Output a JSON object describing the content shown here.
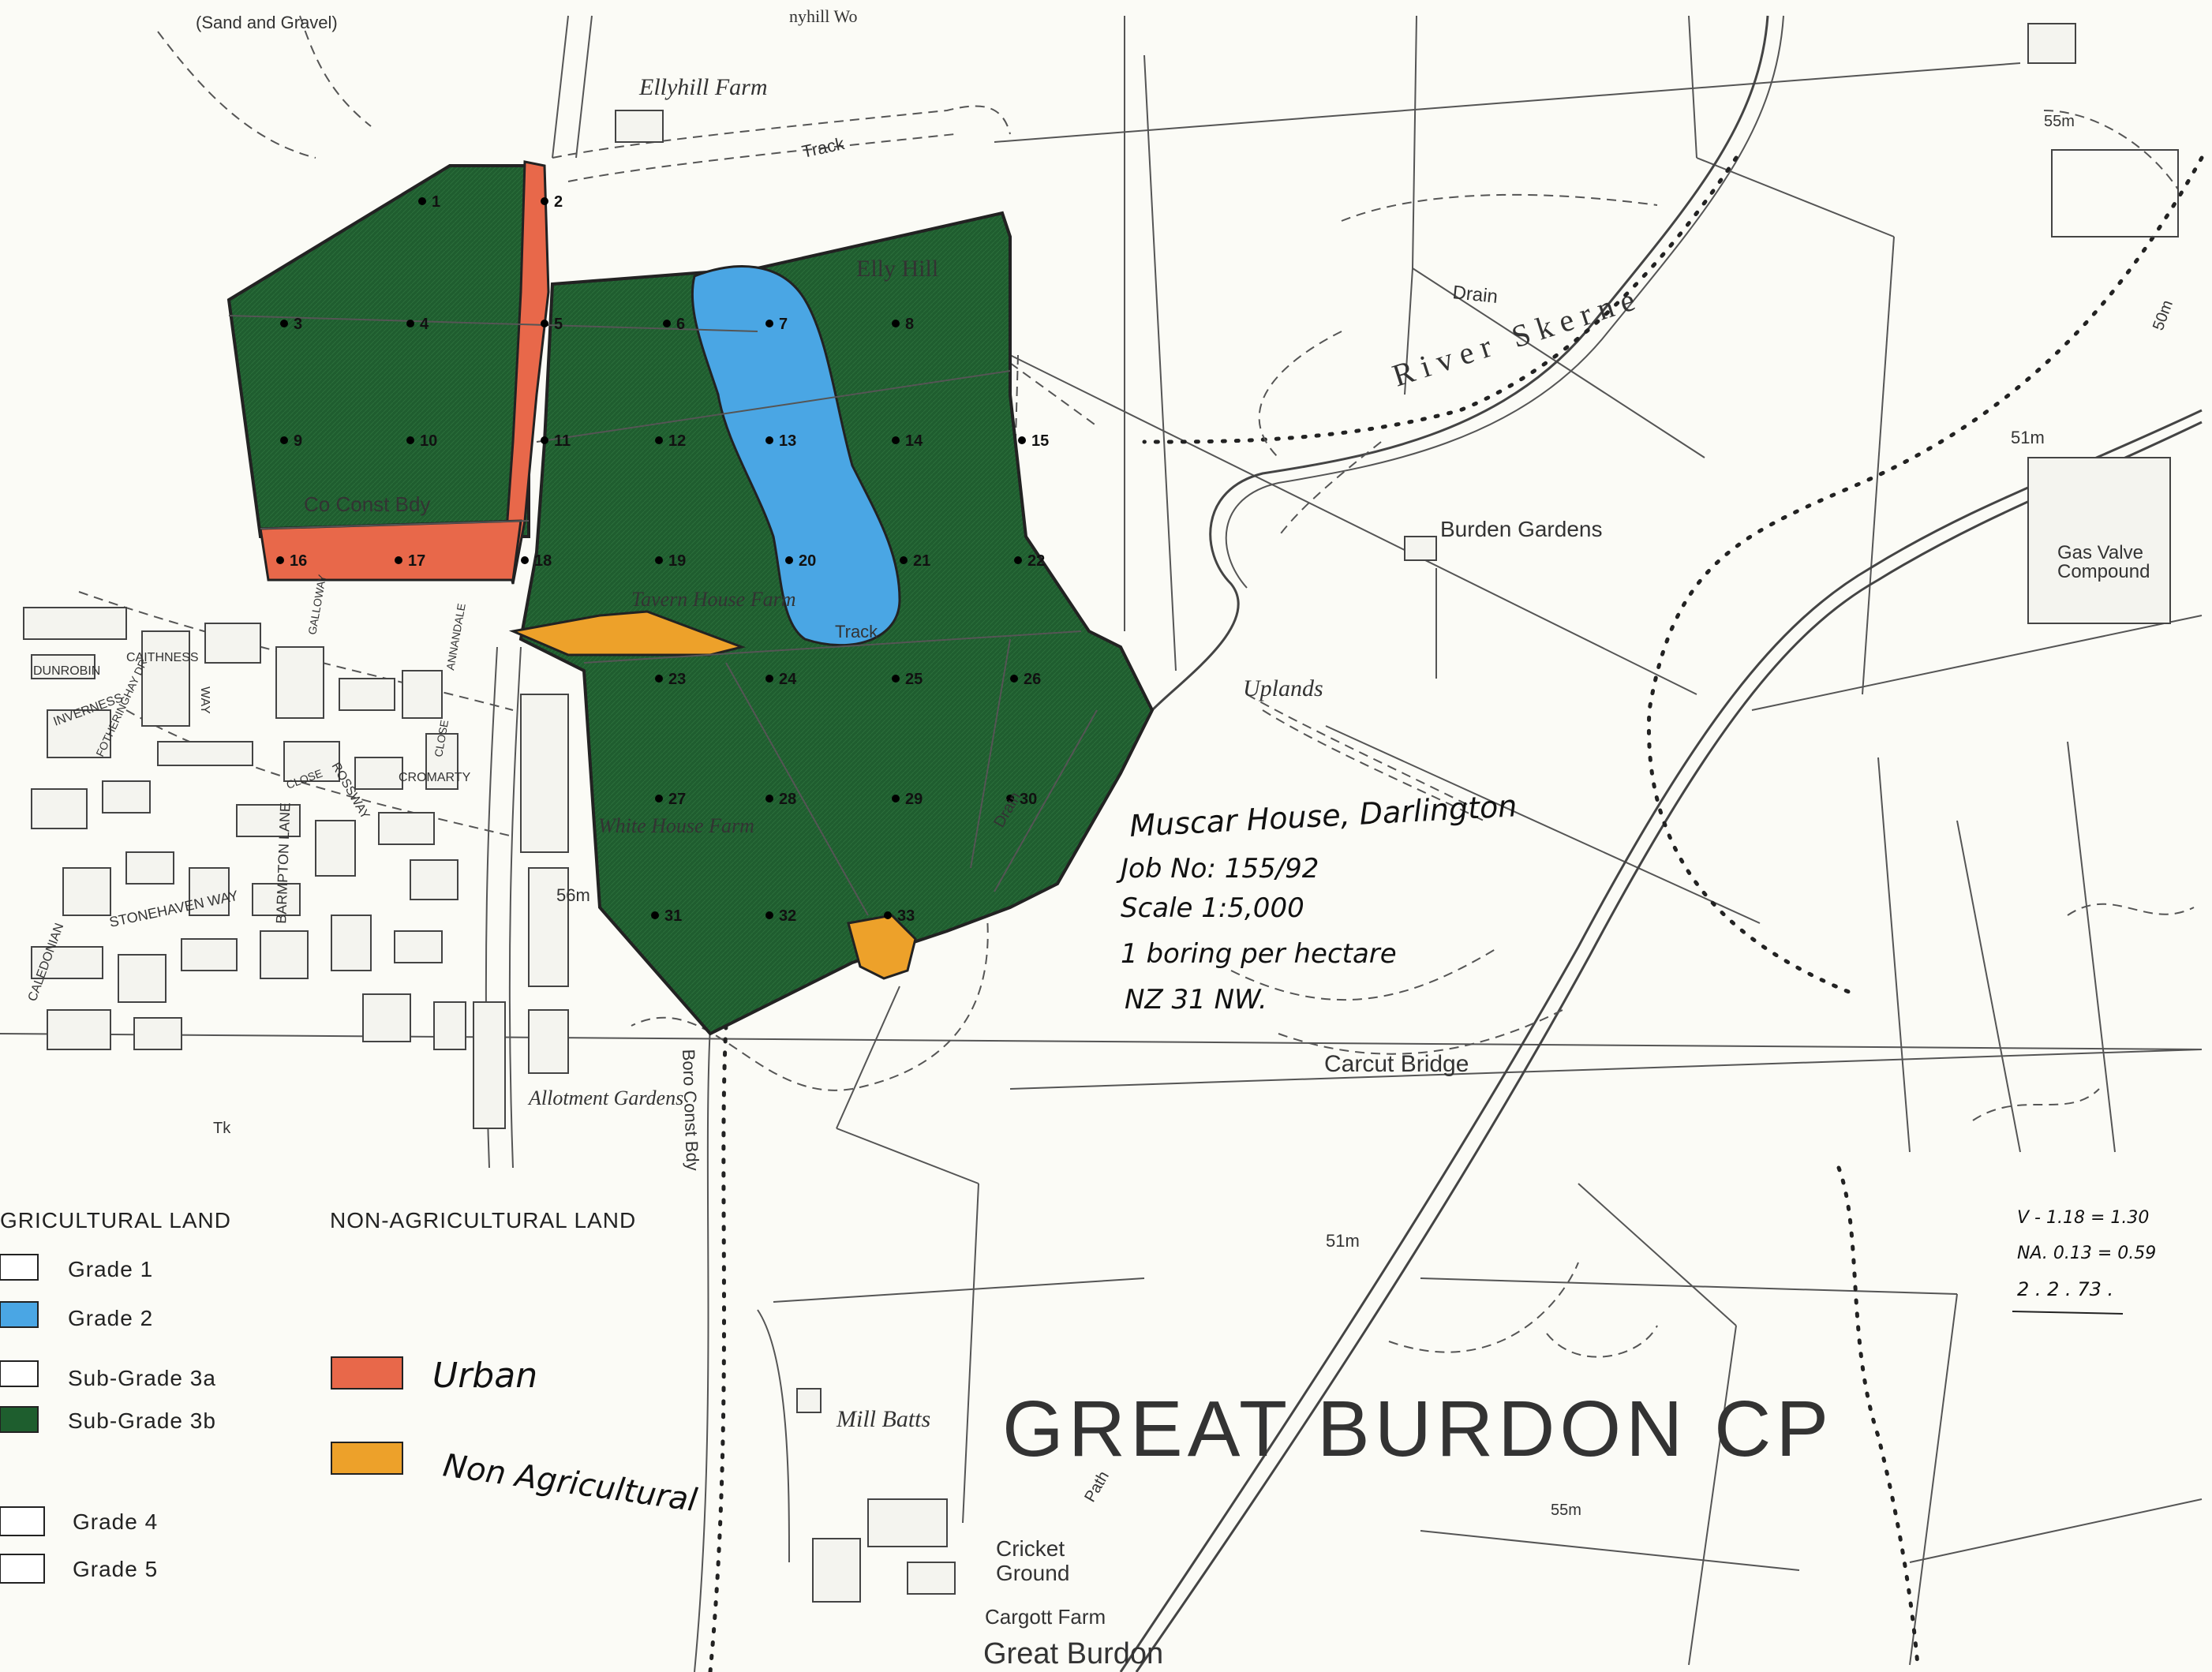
{
  "map": {
    "title": "GREAT BURDON CP",
    "place_labels": {
      "sand_gravel": "(Sand and Gravel)",
      "top_cut": "nyhill Wo",
      "ellyhill_farm": "Ellyhill Farm",
      "track_top": "Track",
      "elly_hill": "Elly Hill",
      "drain": "Drain",
      "river_skerne": "River Skerne",
      "co_const_bdy": "Co Const Bdy",
      "tavern_house_farm": "Tavern House Farm",
      "track_mid": "Track",
      "burden_gardens": "Burden Gardens",
      "uplands": "Uplands",
      "white_house_farm": "White House Farm",
      "spot_56m": "56m",
      "allotment_gardens": "Allotment Gardens",
      "boro_const_bdy": "Boro Const Bdy",
      "carcut_bridge": "Carcut Bridge",
      "spot_51m_a": "51m",
      "spot_51m_b": "51m",
      "spot_55m_a": "55m",
      "spot_55m_b": "55m",
      "spot_50m": "50m",
      "gas_valve": "Gas Valve Compound",
      "mill_batts": "Mill Batts",
      "cricket_ground": "Cricket Ground",
      "cargott_farm": "Cargott Farm",
      "great_burdon": "Great Burdon",
      "path": "Path",
      "drain_small": "Drain"
    },
    "street_labels": {
      "dunrobin": "DUNROBIN",
      "caithness": "CAITHNESS",
      "way": "WAY",
      "inverness": "INVERNESS",
      "fotheringhay": "FOTHERINGHAY DR",
      "rossway": "ROSSWAY",
      "cromarty": "CROMARTY",
      "close_a": "CLOSE",
      "close_b": "CLOSE",
      "stonehaven": "STONEHAVEN WAY",
      "caledonian": "CALEDONIAN",
      "barmpton_lane": "BARMPTON LANE",
      "annandale": "ANNANDALE",
      "galloway": "GALLOWAY",
      "tk": "Tk"
    },
    "sample_points": [
      "1",
      "2",
      "3",
      "4",
      "5",
      "6",
      "7",
      "8",
      "9",
      "10",
      "11",
      "12",
      "13",
      "14",
      "15",
      "16",
      "17",
      "18",
      "19",
      "20",
      "21",
      "22",
      "23",
      "24",
      "25",
      "26",
      "27",
      "28",
      "29",
      "30",
      "31",
      "32",
      "33"
    ]
  },
  "annotation": {
    "line1": "Muscar House, Darlington",
    "line2": "Job No: 155/92",
    "line3": "Scale 1:5,000",
    "line4": "1 boring per hectare",
    "line5": "NZ 31 NW."
  },
  "margin_note": {
    "line1": "V - 1.18 = 1.30",
    "line2": "NA. 0.13 = 0.59",
    "line3": "2 . 2 . 73 ."
  },
  "legend": {
    "agri_header": "GRICULTURAL LAND",
    "nonagri_header": "NON-AGRICULTURAL LAND",
    "grade1": "Grade 1",
    "grade2": "Grade 2",
    "subgrade3a": "Sub-Grade 3a",
    "subgrade3b": "Sub-Grade 3b",
    "grade4": "Grade 4",
    "grade5": "Grade 5",
    "urban": "Urban",
    "nonagri": "Non Agricultural"
  },
  "colors": {
    "grade2": "#4aa6e4",
    "subgrade3b": "#1e5e2e",
    "urban": "#e8684a",
    "nonagri": "#eda12a",
    "line": "#444444"
  }
}
